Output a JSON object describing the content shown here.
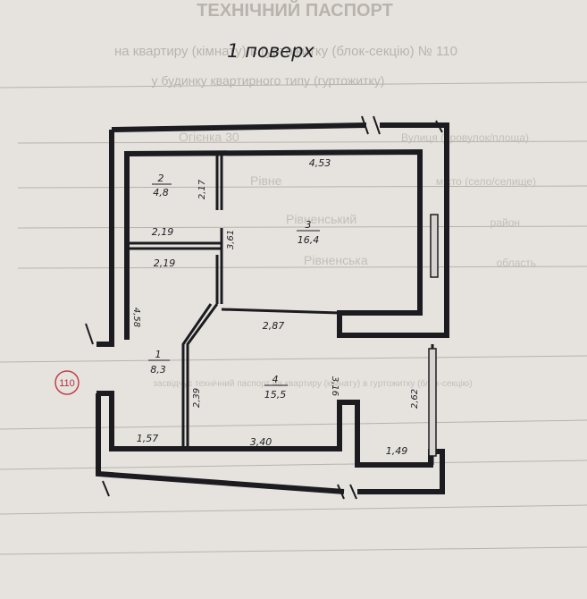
{
  "header": {
    "title": "ТЕХНІЧНИЙ ПАСПОРТ",
    "subtitle_line1": "на квартиру (кімнату) в гуртожитку (блок-секцію) № 110",
    "subtitle_line2": "у будинку квартирного типу (гуртожитку)"
  },
  "floor_label": "1 поверх",
  "form_fields": [
    {
      "label": "Вулиця (провулок/площа)",
      "value": "Огієнка 30"
    },
    {
      "label": "місто (село/селище)",
      "value": "Рівне"
    },
    {
      "label": "район",
      "value": "Рівненський"
    },
    {
      "label": "область",
      "value": "Рівненська"
    }
  ],
  "form_note": "засвідчує технічний паспорт на квартиру (кімнату) в гуртожитку (блок-секцію)",
  "circled_number": "110",
  "rooms": [
    {
      "number": "1",
      "area": "8,3"
    },
    {
      "number": "2",
      "area": "4,8"
    },
    {
      "number": "3",
      "area": "16,4"
    },
    {
      "number": "4",
      "area": "15,5"
    }
  ],
  "dimensions": {
    "top_right": "4,53",
    "bath_height": "2,17",
    "bath_width_top": "2,19",
    "bath_width_bottom": "2,19",
    "partition": "3,61",
    "hall_height": "4,58",
    "kitchen_wall": "2,87",
    "kitchen_depth": "3,16",
    "right_depth": "2,62",
    "left_depth": "2,39",
    "bottom_left": "1,57",
    "bottom_mid": "3,40",
    "bottom_right": "1,49"
  }
}
